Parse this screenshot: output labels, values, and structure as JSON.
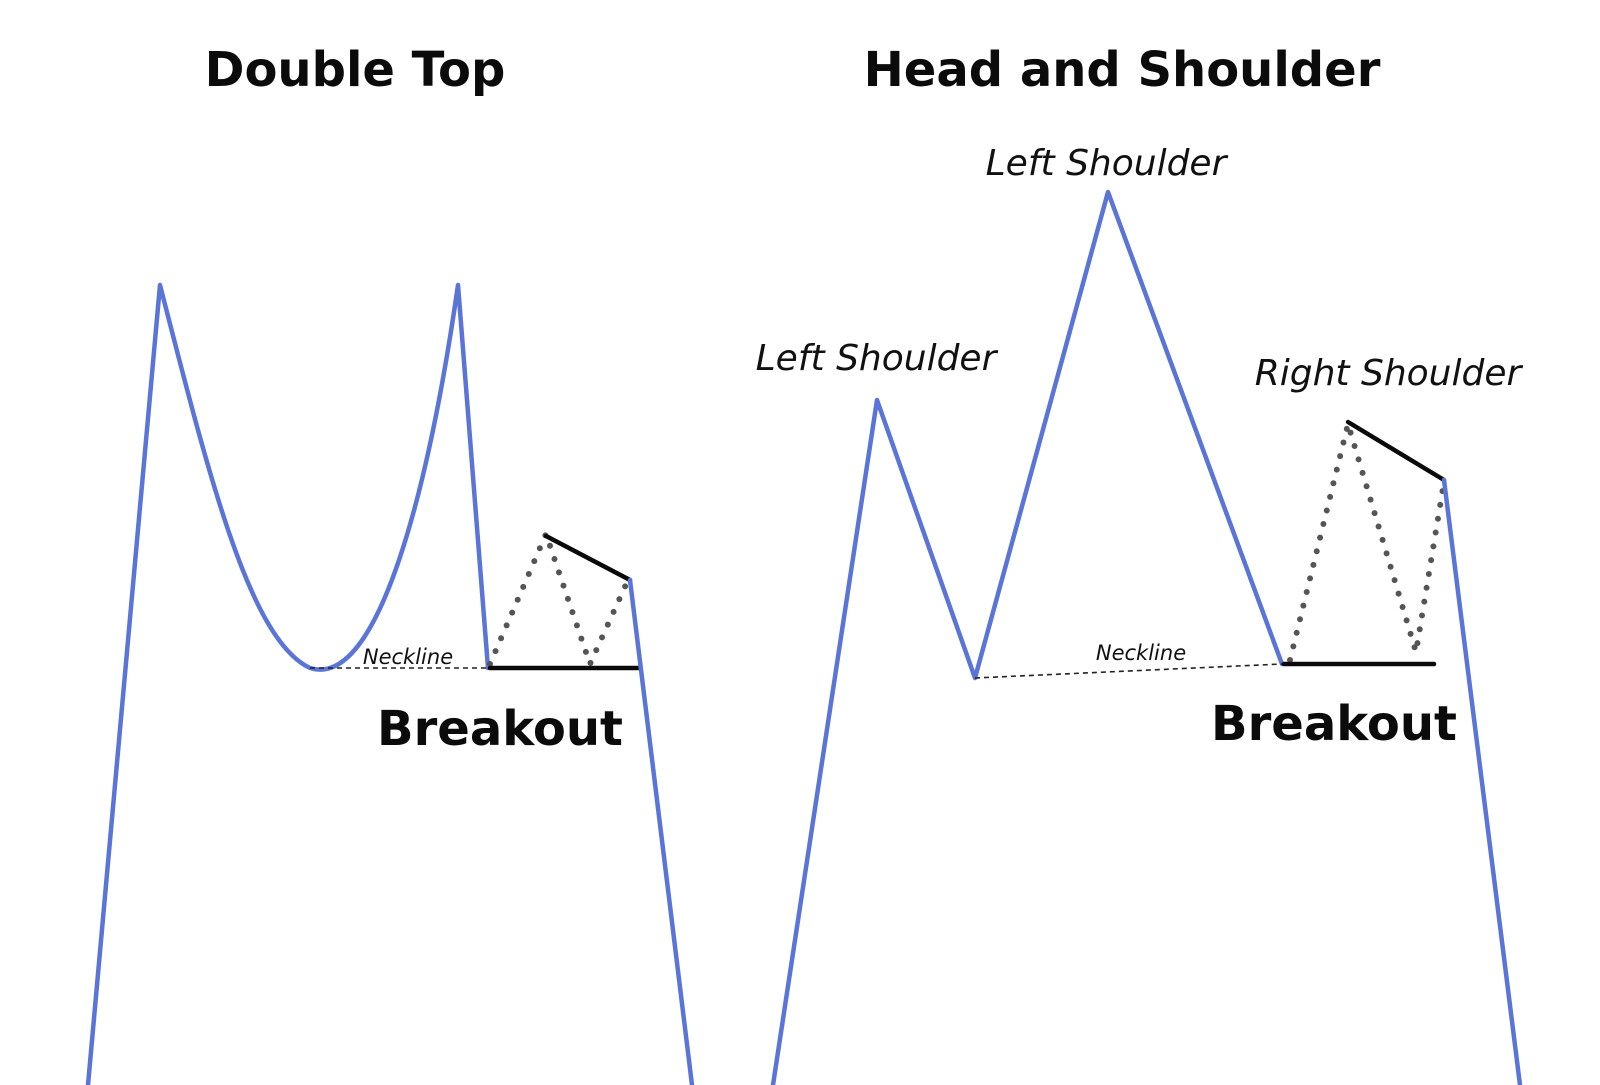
{
  "colors": {
    "price_line": "#5b74d8",
    "text": "#0b0b0b",
    "dotted": "#555555",
    "background": "#ffffff"
  },
  "double_top": {
    "title": "Double Top",
    "neckline_label": "Neckline",
    "breakout_label": "Breakout"
  },
  "head_and_shoulder": {
    "title": "Head and Shoulder",
    "head_label": "Left Shoulder",
    "left_shoulder_label": "Left Shoulder",
    "right_shoulder_label": "Right Shoulder",
    "neckline_label": "Neckline",
    "breakout_label": "Breakout"
  }
}
